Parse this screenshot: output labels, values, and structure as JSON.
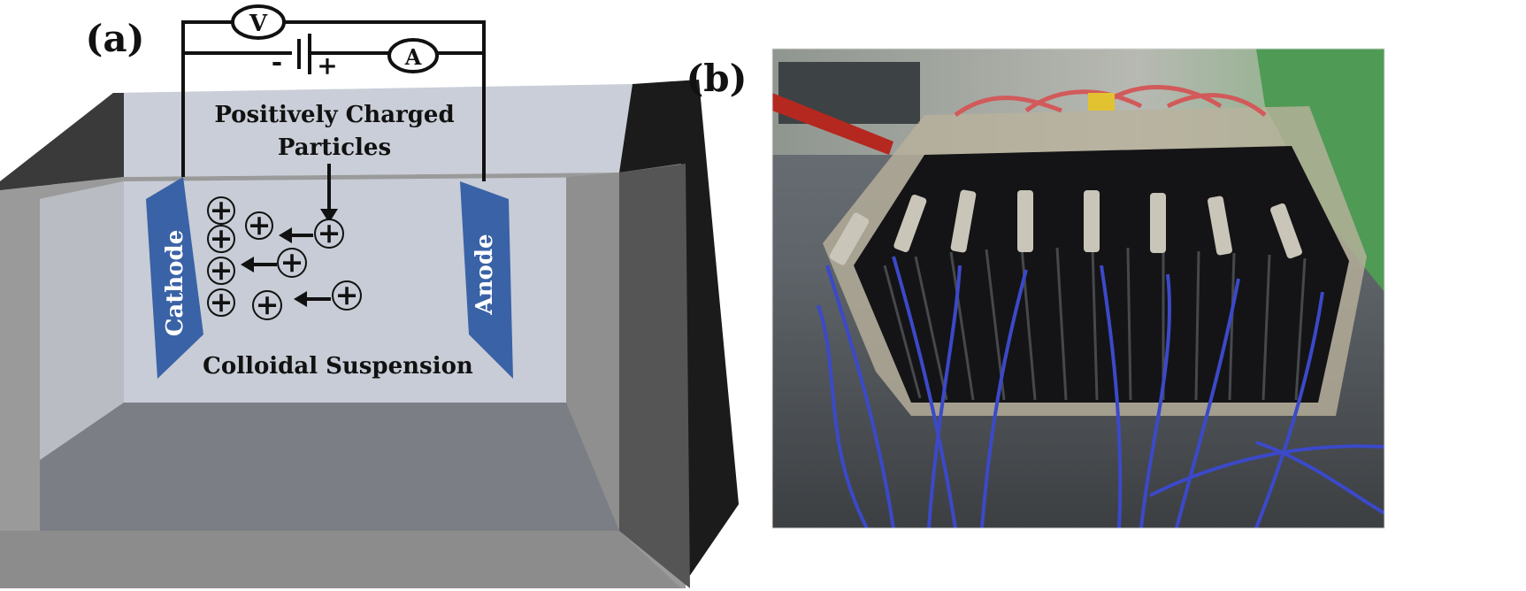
{
  "panel_a": {
    "label": "(a)",
    "voltmeter": "V",
    "ammeter": "A",
    "battery_negative": "-",
    "battery_positive": "+",
    "cathode": "Cathode",
    "anode": "Anode",
    "particles_label_line1": "Positively Charged",
    "particles_label_line2": "Particles",
    "suspension_label": "Colloidal Suspension",
    "particle_symbol": "+"
  },
  "panel_b": {
    "label": "(b)"
  },
  "colors": {
    "electrode": "#3a62a6",
    "liquid": "#c8cdd8",
    "tank_dark": "#1e1e1e",
    "tank_mid": "#8c8c8c",
    "tank_light": "#b5b5b5",
    "wire": "#111111",
    "photo_frame_black": "#141416",
    "photo_wire_blue": "#3b49c9"
  }
}
